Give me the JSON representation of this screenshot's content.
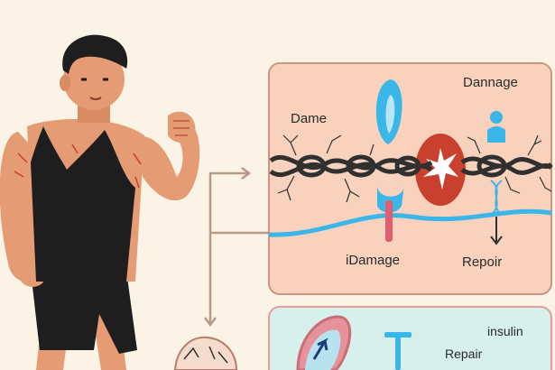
{
  "labels": {
    "damage_top": "Dannage",
    "dame": "Dame",
    "idamage": "iDamage",
    "repair": "Repoir",
    "insulin": "insulin",
    "repair_bottom": "Repair"
  },
  "colors": {
    "background": "#fbf4e6",
    "panel_top_fill": "#f8d2bc",
    "panel_top_border": "#cd9580",
    "panel_bottom_fill": "#d8f0ec",
    "panel_bottom_border": "#e69a9e",
    "skin": "#e59b73",
    "clothing": "#1e1e1e",
    "receptor": "#3ab6e8",
    "muscle": "#c9402e",
    "connector": "#b69b88"
  },
  "icons": {
    "person": "man-jogging-illustration",
    "chain": "damaged-fiber-chain",
    "receptor": "blue-receptor-icon",
    "tear": "muscle-tear-icon",
    "figure": "person-silhouette-icon",
    "dna": "dna-helix-icon",
    "cell": "muscle-cell-icon",
    "insulin": "insulin-t-icon"
  }
}
